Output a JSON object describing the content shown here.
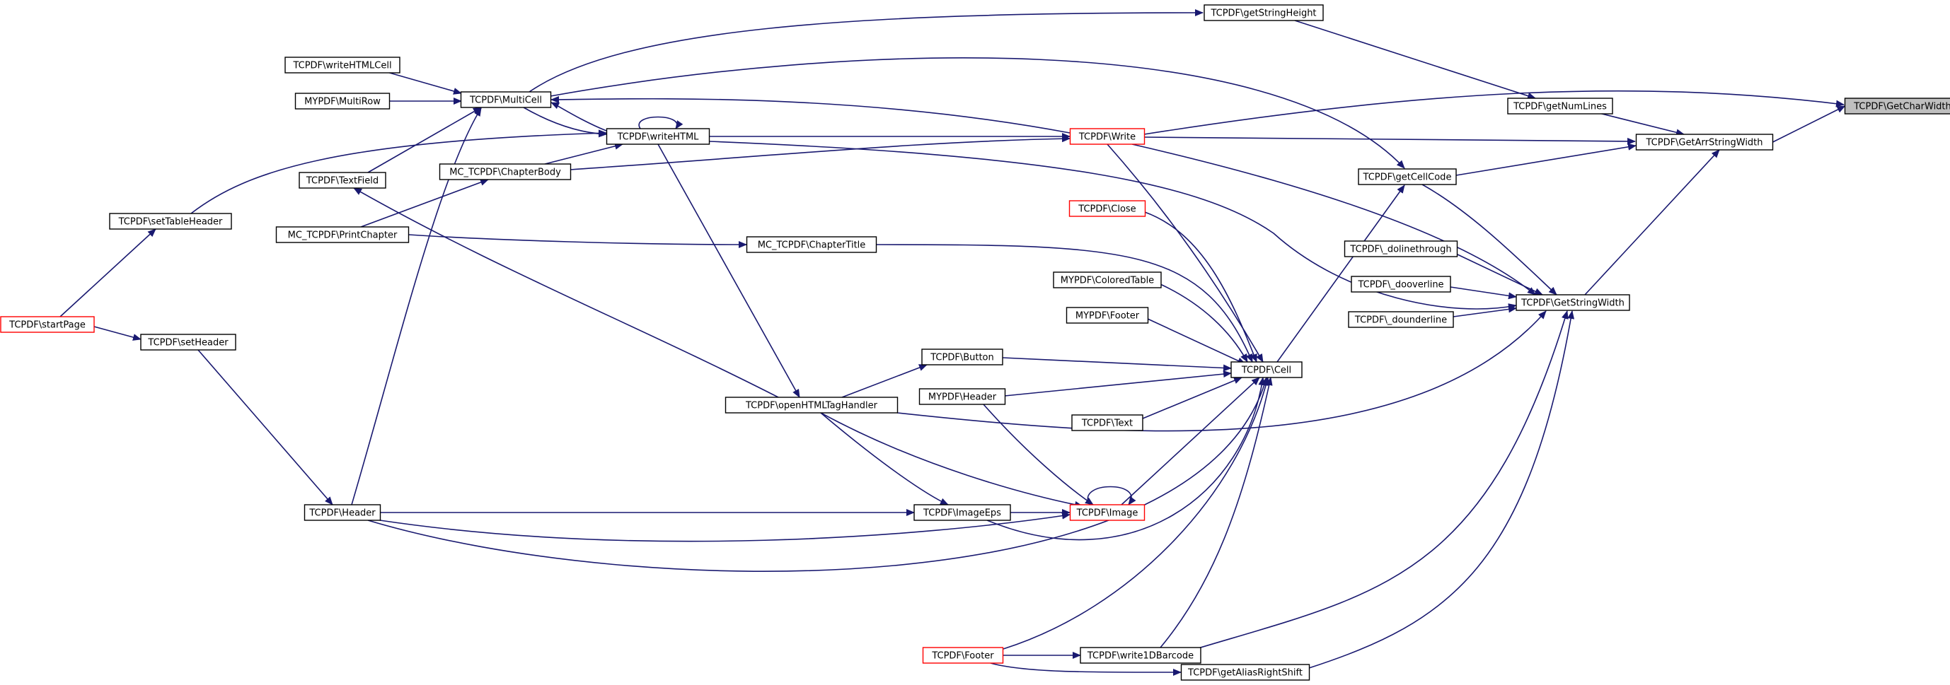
{
  "graph": {
    "title": "TCPDF\\GetCharWidth",
    "colors": {
      "edge": "#191970",
      "normal_border": "#000000",
      "truncated_border": "#ff0000",
      "focus_fill": "#bfbfbf"
    },
    "nodes": [
      {
        "id": "getcharwidth",
        "label": "TCPDF\\GetCharWidth",
        "style": "focus"
      },
      {
        "id": "getstringheight",
        "label": "TCPDF\\getStringHeight",
        "style": "normal"
      },
      {
        "id": "getnumlines",
        "label": "TCPDF\\getNumLines",
        "style": "normal"
      },
      {
        "id": "getarrstringwidth",
        "label": "TCPDF\\GetArrStringWidth",
        "style": "normal"
      },
      {
        "id": "getcellcode",
        "label": "TCPDF\\getCellCode",
        "style": "normal"
      },
      {
        "id": "dolinethrough",
        "label": "TCPDF\\_dolinethrough",
        "style": "normal"
      },
      {
        "id": "dooverline",
        "label": "TCPDF\\_dooverline",
        "style": "normal"
      },
      {
        "id": "dounderline",
        "label": "TCPDF\\_dounderline",
        "style": "normal"
      },
      {
        "id": "getstringwidth",
        "label": "TCPDF\\GetStringWidth",
        "style": "normal"
      },
      {
        "id": "writehtmlcell",
        "label": "TCPDF\\writeHTMLCell",
        "style": "normal"
      },
      {
        "id": "mypdf-multirow",
        "label": "MYPDF\\MultiRow",
        "style": "normal"
      },
      {
        "id": "multicell",
        "label": "TCPDF\\MultiCell",
        "style": "normal"
      },
      {
        "id": "writehtml",
        "label": "TCPDF\\writeHTML",
        "style": "normal"
      },
      {
        "id": "write",
        "label": "TCPDF\\Write",
        "style": "red"
      },
      {
        "id": "textfield",
        "label": "TCPDF\\TextField",
        "style": "normal"
      },
      {
        "id": "chapterbody",
        "label": "MC_TCPDF\\ChapterBody",
        "style": "normal"
      },
      {
        "id": "settableheader",
        "label": "TCPDF\\setTableHeader",
        "style": "normal"
      },
      {
        "id": "printchapter",
        "label": "MC_TCPDF\\PrintChapter",
        "style": "normal"
      },
      {
        "id": "chaptertitle",
        "label": "MC_TCPDF\\ChapterTitle",
        "style": "normal"
      },
      {
        "id": "close",
        "label": "TCPDF\\Close",
        "style": "red"
      },
      {
        "id": "mypdf-coloredtable",
        "label": "MYPDF\\ColoredTable",
        "style": "normal"
      },
      {
        "id": "mypdf-footer",
        "label": "MYPDF\\Footer",
        "style": "normal"
      },
      {
        "id": "startpage",
        "label": "TCPDF\\startPage",
        "style": "red"
      },
      {
        "id": "setheader",
        "label": "TCPDF\\setHeader",
        "style": "normal"
      },
      {
        "id": "button",
        "label": "TCPDF\\Button",
        "style": "normal"
      },
      {
        "id": "cell",
        "label": "TCPDF\\Cell",
        "style": "normal"
      },
      {
        "id": "openhtmltaghandler",
        "label": "TCPDF\\openHTMLTagHandler",
        "style": "normal"
      },
      {
        "id": "mypdf-header",
        "label": "MYPDF\\Header",
        "style": "normal"
      },
      {
        "id": "text",
        "label": "TCPDF\\Text",
        "style": "normal"
      },
      {
        "id": "header",
        "label": "TCPDF\\Header",
        "style": "normal"
      },
      {
        "id": "imageeps",
        "label": "TCPDF\\ImageEps",
        "style": "normal"
      },
      {
        "id": "image",
        "label": "TCPDF\\Image",
        "style": "red"
      },
      {
        "id": "footer",
        "label": "TCPDF\\Footer",
        "style": "red"
      },
      {
        "id": "write1dbarcode",
        "label": "TCPDF\\write1DBarcode",
        "style": "normal"
      },
      {
        "id": "getaliasrightshift",
        "label": "TCPDF\\getAliasRightShift",
        "style": "normal"
      }
    ],
    "edges": [
      {
        "from": "getarrstringwidth",
        "to": "getcharwidth"
      },
      {
        "from": "write",
        "to": "getcharwidth"
      },
      {
        "from": "getnumlines",
        "to": "getarrstringwidth"
      },
      {
        "from": "getcellcode",
        "to": "getarrstringwidth"
      },
      {
        "from": "getstringwidth",
        "to": "getarrstringwidth"
      },
      {
        "from": "write",
        "to": "getarrstringwidth"
      },
      {
        "from": "getstringheight",
        "to": "getnumlines"
      },
      {
        "from": "multicell",
        "to": "getstringheight"
      },
      {
        "from": "multicell",
        "to": "getcellcode"
      },
      {
        "from": "cell",
        "to": "getcellcode"
      },
      {
        "from": "getcellcode",
        "to": "getstringwidth"
      },
      {
        "from": "dolinethrough",
        "to": "getstringwidth"
      },
      {
        "from": "dooverline",
        "to": "getstringwidth"
      },
      {
        "from": "dounderline",
        "to": "getstringwidth"
      },
      {
        "from": "write",
        "to": "getstringwidth"
      },
      {
        "from": "writehtml",
        "to": "getstringwidth"
      },
      {
        "from": "openhtmltaghandler",
        "to": "getstringwidth"
      },
      {
        "from": "write1dbarcode",
        "to": "getstringwidth"
      },
      {
        "from": "getaliasrightshift",
        "to": "getstringwidth"
      },
      {
        "from": "writehtmlcell",
        "to": "multicell"
      },
      {
        "from": "mypdf-multirow",
        "to": "multicell"
      },
      {
        "from": "writehtml",
        "to": "multicell"
      },
      {
        "from": "textfield",
        "to": "multicell"
      },
      {
        "from": "header",
        "to": "multicell"
      },
      {
        "from": "write",
        "to": "multicell"
      },
      {
        "from": "multicell",
        "to": "writehtml"
      },
      {
        "from": "writehtml",
        "to": "writehtml"
      },
      {
        "from": "settableheader",
        "to": "writehtml"
      },
      {
        "from": "chapterbody",
        "to": "writehtml"
      },
      {
        "from": "chapterbody",
        "to": "write"
      },
      {
        "from": "writehtml",
        "to": "write"
      },
      {
        "from": "printchapter",
        "to": "chapterbody"
      },
      {
        "from": "printchapter",
        "to": "chaptertitle"
      },
      {
        "from": "startpage",
        "to": "settableheader"
      },
      {
        "from": "startpage",
        "to": "setheader"
      },
      {
        "from": "setheader",
        "to": "header"
      },
      {
        "from": "openhtmltaghandler",
        "to": "textfield"
      },
      {
        "from": "writehtml",
        "to": "openhtmltaghandler"
      },
      {
        "from": "chaptertitle",
        "to": "cell"
      },
      {
        "from": "close",
        "to": "cell"
      },
      {
        "from": "write",
        "to": "cell"
      },
      {
        "from": "mypdf-coloredtable",
        "to": "cell"
      },
      {
        "from": "mypdf-footer",
        "to": "cell"
      },
      {
        "from": "button",
        "to": "cell"
      },
      {
        "from": "mypdf-header",
        "to": "cell"
      },
      {
        "from": "text",
        "to": "cell"
      },
      {
        "from": "image",
        "to": "cell"
      },
      {
        "from": "imageeps",
        "to": "cell"
      },
      {
        "from": "header",
        "to": "cell"
      },
      {
        "from": "footer",
        "to": "cell"
      },
      {
        "from": "write1dbarcode",
        "to": "cell"
      },
      {
        "from": "openhtmltaghandler",
        "to": "button"
      },
      {
        "from": "openhtmltaghandler",
        "to": "imageeps"
      },
      {
        "from": "openhtmltaghandler",
        "to": "image"
      },
      {
        "from": "header",
        "to": "imageeps"
      },
      {
        "from": "header",
        "to": "image"
      },
      {
        "from": "imageeps",
        "to": "image"
      },
      {
        "from": "mypdf-header",
        "to": "image"
      },
      {
        "from": "image",
        "to": "image"
      },
      {
        "from": "footer",
        "to": "write1dbarcode"
      },
      {
        "from": "footer",
        "to": "getaliasrightshift"
      }
    ]
  }
}
